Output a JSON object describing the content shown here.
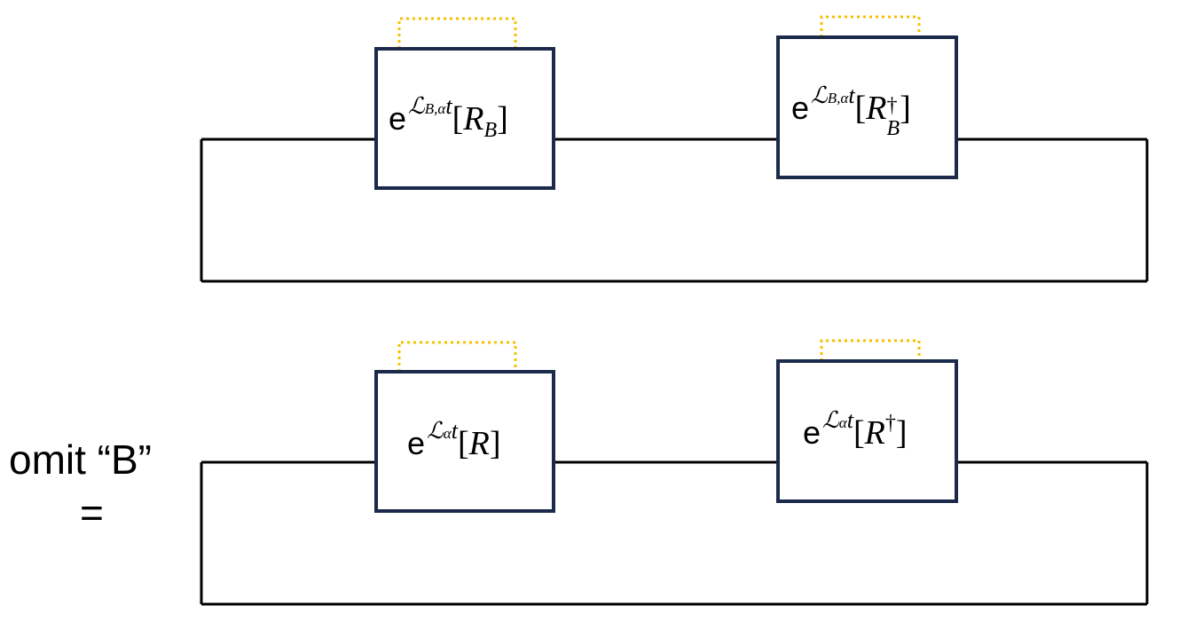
{
  "colors": {
    "box_stroke": "#1b2a4a",
    "wire": "#000000",
    "dotted": "#f5c000"
  },
  "left_label": {
    "line1": "omit “B”",
    "line2": "="
  },
  "top_row": {
    "left_box": {
      "base": "e",
      "gen": "ℒ",
      "gen_sub": "B,α",
      "t": "t",
      "open": "[",
      "op": "R",
      "op_sub": "B",
      "close": "]"
    },
    "right_box": {
      "base": "e",
      "gen": "ℒ",
      "gen_sub": "B,α",
      "t": "t",
      "open": "[",
      "op": "R",
      "op_sup": "†",
      "op_sub": "B",
      "close": "]"
    }
  },
  "bottom_row": {
    "left_box": {
      "base": "e",
      "gen": "ℒ",
      "gen_sub": "α",
      "t": "t",
      "open": "[",
      "op": "R",
      "close": "]"
    },
    "right_box": {
      "base": "e",
      "gen": "ℒ",
      "gen_sub": "α",
      "t": "t",
      "open": "[",
      "op": "R",
      "op_sup": "†",
      "close": "]"
    }
  }
}
